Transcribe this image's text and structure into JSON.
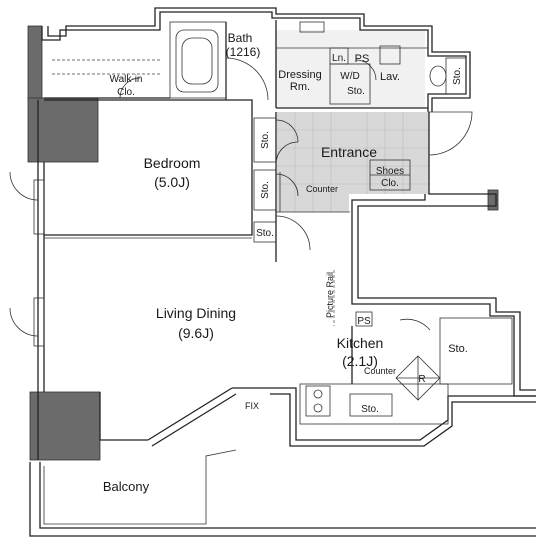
{
  "rooms": {
    "bath": "Bath",
    "bath_size": "(1216)",
    "walk_in": "Walk-in",
    "walk_in_2": "Clo.",
    "dressing": "Dressing",
    "dressing_2": "Rm.",
    "ln": "Ln.",
    "ps_top": "PS",
    "wd": "W/D",
    "wd_sto": "Sto.",
    "lav": "Lav.",
    "sto_lav": "Sto.",
    "bedroom": "Bedroom",
    "bedroom_size": "(5.0J)",
    "sto_entr_1": "Sto.",
    "sto_entr_2": "Sto.",
    "entrance": "Entrance",
    "counter_entr": "Counter",
    "shoes": "Shoes",
    "shoes_2": "Clo.",
    "sto_small": "Sto.",
    "picture_rail": "Picture Rail",
    "living": "Living Dining",
    "living_size": "(9.6J)",
    "ps_kitchen": "PS",
    "kitchen": "Kitchen",
    "kitchen_size": "(2.1J)",
    "counter_kitchen": "Counter",
    "sto_kitchen_right": "Sto.",
    "sto_kitchen": "Sto.",
    "refrigerator": "R",
    "fix": "FIX",
    "balcony": "Balcony"
  }
}
